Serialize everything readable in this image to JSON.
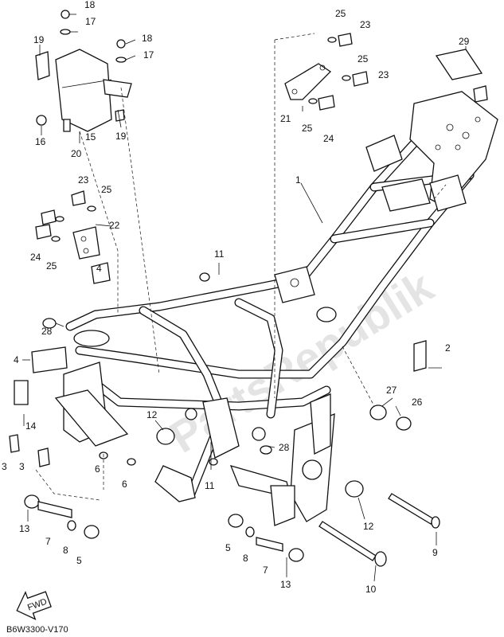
{
  "diagram": {
    "code": "B6W3300-V170",
    "fwd_label": "FWD",
    "watermark": "PartsRepublik",
    "callouts": [
      "1",
      "2",
      "3",
      "3",
      "4",
      "4",
      "5",
      "5",
      "6",
      "6",
      "7",
      "7",
      "8",
      "8",
      "9",
      "10",
      "11",
      "11",
      "12",
      "12",
      "13",
      "13",
      "14",
      "15",
      "16",
      "17",
      "17",
      "18",
      "18",
      "19",
      "19",
      "20",
      "21",
      "22",
      "23",
      "23",
      "23",
      "24",
      "24",
      "25",
      "25",
      "25",
      "25",
      "25",
      "26",
      "27",
      "28",
      "28",
      "29"
    ]
  }
}
